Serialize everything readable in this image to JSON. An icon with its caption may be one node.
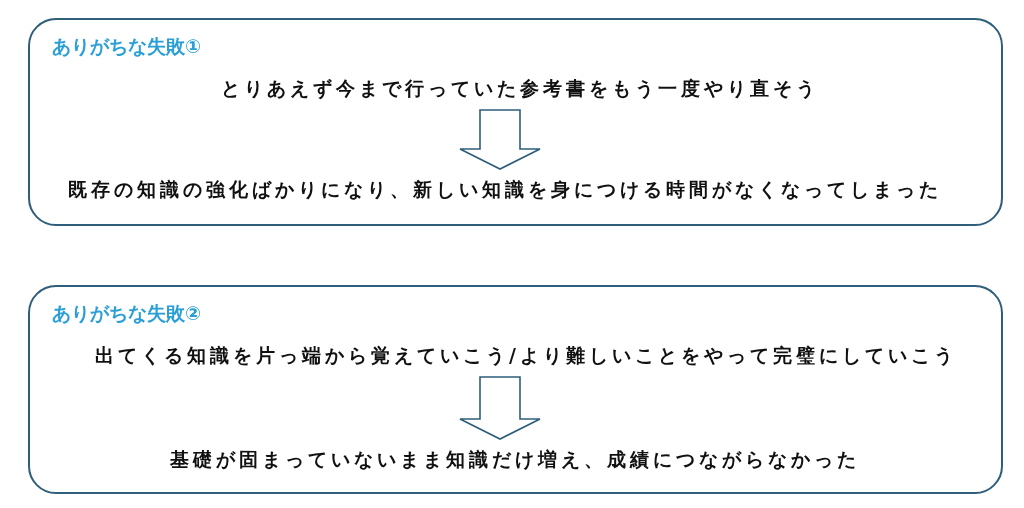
{
  "diagram": {
    "nodes": [
      {
        "text": [
          "ありがちな失敗①"
        ]
      },
      {
        "text": [
          "とりあえず今まで行っていた参考書をもう一度やり直そう"
        ],
        "in": 0
      },
      {
        "text": [
          "既存の知識の強化ばかりになり、新しい知識を身につける時間がなくなってしまった"
        ],
        "in": 0
      },
      {
        "text": [
          "ありがちな失敗②"
        ]
      },
      {
        "text": [
          "出てくる知識を片っ端から覚えていこう/より難しいことをやって完璧にしていこう"
        ],
        "in": 3
      },
      {
        "text": [
          "基礎が固まっていないまま知識だけ増え、成績につながらなかった"
        ],
        "in": 3
      }
    ],
    "edges": [
      {
        "from": 1,
        "to": 2,
        "arrow": "to"
      },
      {
        "from": 4,
        "to": 5,
        "arrow": "to"
      }
    ]
  }
}
